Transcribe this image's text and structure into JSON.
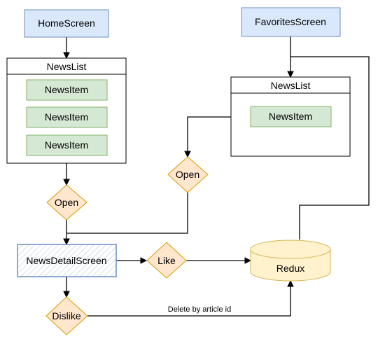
{
  "colors": {
    "screen_fill": "#dae8fc",
    "screen_stroke": "#6c8ebf",
    "item_fill": "#d5e8d4",
    "item_stroke": "#82b366",
    "decision_fill": "#ffe6cc",
    "decision_stroke": "#d79b00",
    "store_fill": "#fff2cc",
    "store_stroke": "#d6b656",
    "detail_hatch": "#6c8ebf"
  },
  "nodes": {
    "home_screen": "HomeScreen",
    "favorites_screen": "FavoritesScreen",
    "news_list_home": "NewsList",
    "news_list_fav": "NewsList",
    "news_item_1": "NewsItem",
    "news_item_2": "NewsItem",
    "news_item_3": "NewsItem",
    "news_item_fav": "NewsItem",
    "open_home": "Open",
    "open_fav": "Open",
    "news_detail_screen": "NewsDetailScreen",
    "like": "Like",
    "dislike": "Dislike",
    "redux": "Redux"
  },
  "edges": {
    "delete_label": "Delete by article id"
  }
}
